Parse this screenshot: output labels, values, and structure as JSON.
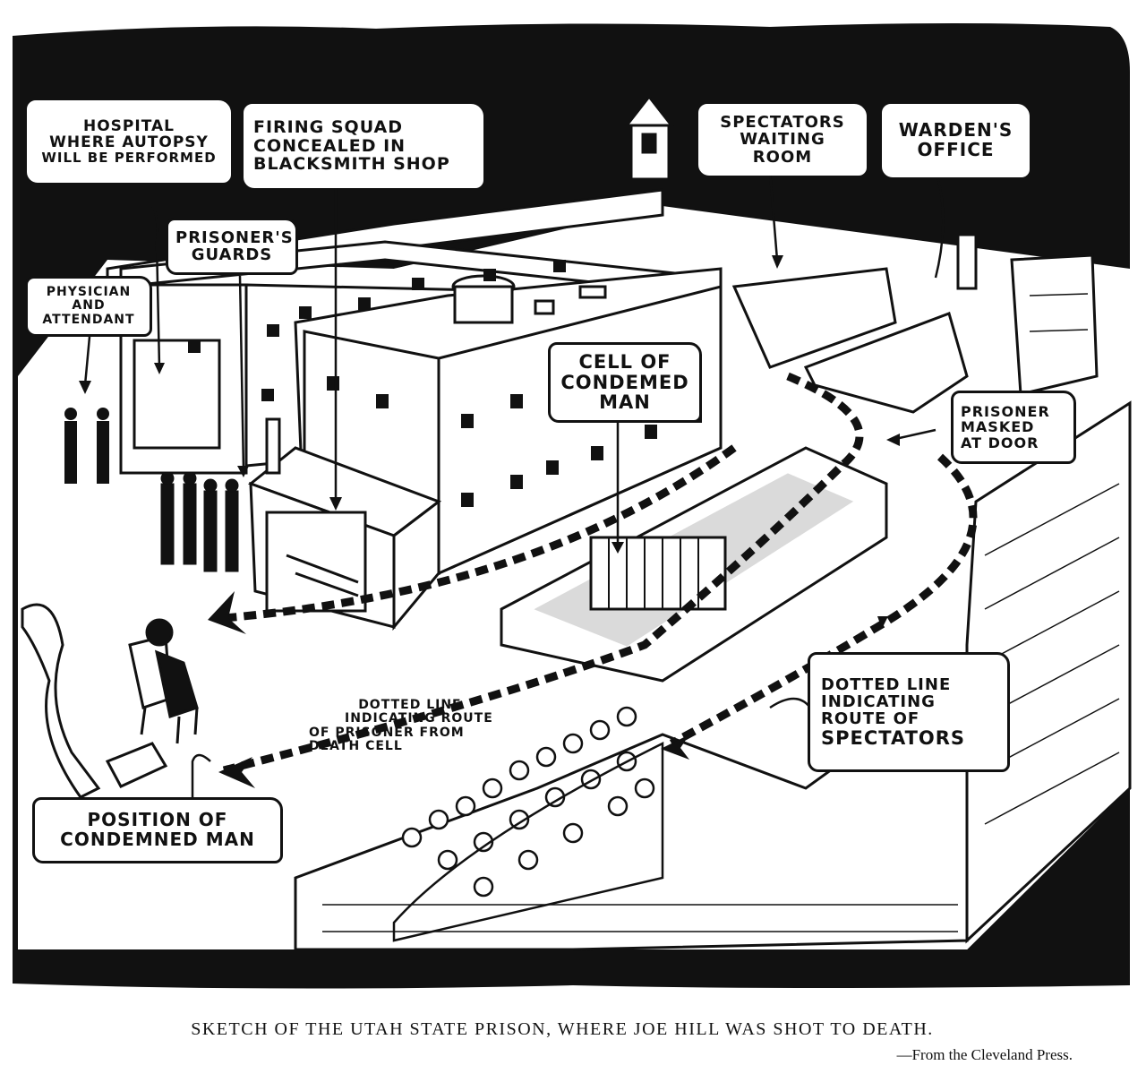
{
  "labels": {
    "hospital": [
      "Hospital",
      "Where Autopsy",
      "Will Be Performed"
    ],
    "firing_squad": [
      "Firing Squad",
      "Concealed In",
      "Blacksmith Shop"
    ],
    "spectators_waiting": [
      "Spectators",
      "Waiting",
      "Room"
    ],
    "wardens_office": [
      "Warden's",
      "Office"
    ],
    "prisoners_guards": [
      "Prisoner's",
      "Guards"
    ],
    "physician": [
      "Physician",
      "And",
      "Attendant"
    ],
    "cell": [
      "Cell Of",
      "Condemed",
      "Man"
    ],
    "prisoner_masked": [
      "Prisoner",
      "Masked",
      "At Door"
    ],
    "route_spectators": [
      "Dotted Line",
      "Indicating",
      "Route Of",
      "Spectators"
    ],
    "route_prisoner": [
      "Dotted Line",
      "Indicating Route",
      "Of Prisoner From",
      "Death Cell"
    ],
    "position": [
      "Position Of",
      "Condemned Man"
    ]
  },
  "caption": {
    "title": "SKETCH OF THE UTAH STATE PRISON, WHERE JOE HILL WAS SHOT TO DEATH.",
    "source": "—From the Cleveland Press."
  },
  "colors": {
    "ink": "#111111",
    "paper": "#ffffff"
  },
  "icons": {
    "route_arrow": "dashed-arrow",
    "pointer": "callout-arrow"
  }
}
